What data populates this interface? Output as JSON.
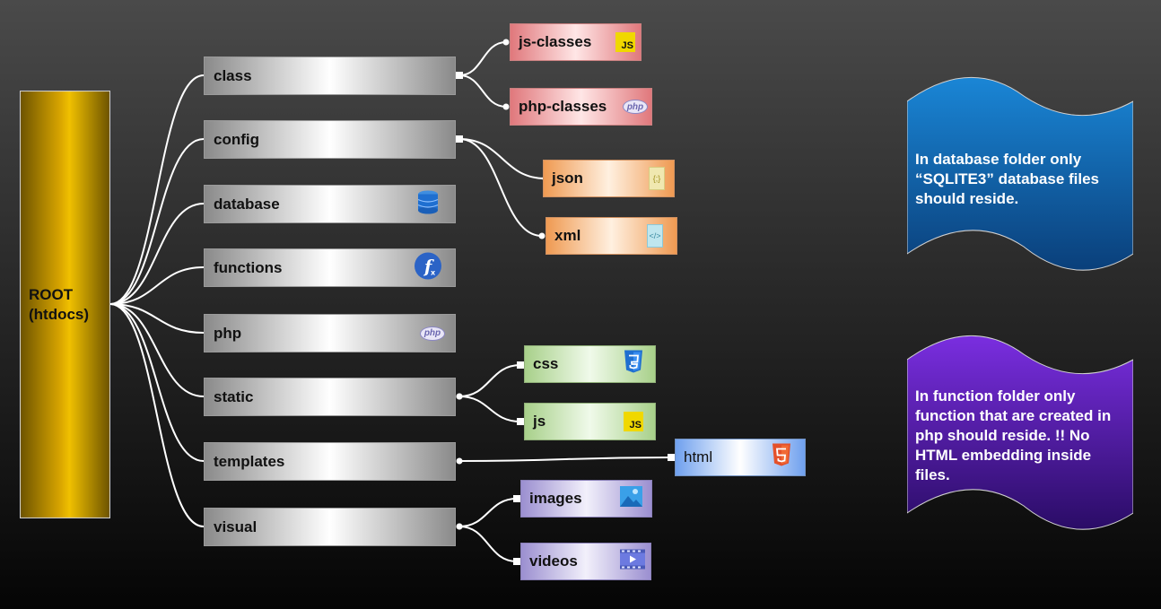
{
  "root": {
    "line1": "ROOT",
    "line2": "(htdocs)"
  },
  "folders": [
    {
      "id": "class",
      "label": "class",
      "icon": ""
    },
    {
      "id": "config",
      "label": "config",
      "icon": ""
    },
    {
      "id": "database",
      "label": "database",
      "icon": "database-icon"
    },
    {
      "id": "functions",
      "label": "functions",
      "icon": "function-icon"
    },
    {
      "id": "php",
      "label": "php",
      "icon": "php-icon"
    },
    {
      "id": "static",
      "label": "static",
      "icon": ""
    },
    {
      "id": "templates",
      "label": "templates",
      "icon": ""
    },
    {
      "id": "visual",
      "label": "visual",
      "icon": ""
    }
  ],
  "children": {
    "class": [
      {
        "label": "js-classes",
        "icon": "js-icon",
        "color": "#e0787c"
      },
      {
        "label": "php-classes",
        "icon": "php-icon",
        "color": "#e0787c"
      }
    ],
    "config": [
      {
        "label": "json",
        "icon": "json-file-icon",
        "color": "#ef9a52"
      },
      {
        "label": "xml",
        "icon": "xml-file-icon",
        "color": "#ef9a52"
      }
    ],
    "static": [
      {
        "label": "css",
        "icon": "css3-icon",
        "color": "#a8d08a"
      },
      {
        "label": "js",
        "icon": "js-icon",
        "color": "#a8d08a"
      }
    ],
    "templates": [
      {
        "label": "html",
        "icon": "html5-icon",
        "color": "#6fa0ee"
      }
    ],
    "visual": [
      {
        "label": "images",
        "icon": "image-icon",
        "color": "#9b8fd0"
      },
      {
        "label": "videos",
        "icon": "video-icon",
        "color": "#9b8fd0"
      }
    ]
  },
  "icon_text": {
    "js": "JS",
    "php": "php",
    "json": "{;}",
    "xml": "</>"
  },
  "notes": [
    {
      "text": "In database folder only “SQLITE3” database files should reside.",
      "color": "#0a6bb0"
    },
    {
      "text": "In function folder only function that are created in php should reside. !! No HTML embedding inside files.",
      "color": "#4a1aa0"
    }
  ]
}
